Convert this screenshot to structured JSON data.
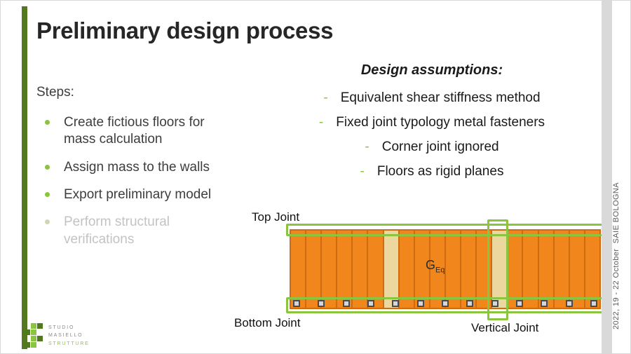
{
  "slide": {
    "title": "Preliminary design process"
  },
  "steps": {
    "heading": "Steps:",
    "items": [
      {
        "label": "Create fictious floors for mass calculation",
        "state": "done"
      },
      {
        "label": "Assign mass to the walls",
        "state": "done"
      },
      {
        "label": "Export preliminary model",
        "state": "done"
      },
      {
        "label": "Perform structural verifications",
        "state": "pending"
      }
    ]
  },
  "assumptions": {
    "heading": "Design assumptions:",
    "bullet": "-",
    "items": [
      {
        "label": "Equivalent shear stiffness method"
      },
      {
        "label": "Fixed joint typology metal fasteners"
      },
      {
        "label": "Corner joint ignored"
      },
      {
        "label": "Floors as rigid planes"
      }
    ]
  },
  "diagram": {
    "top_joint_label": "Top Joint",
    "bottom_joint_label": "Bottom Joint",
    "vertical_joint_label": "Vertical Joint",
    "shear_symbol": "G",
    "shear_subscript": "Eq",
    "panel_count": 20,
    "tan_panel_indices": [
      6,
      13
    ],
    "fastener_count": 13
  },
  "event_sidebar": {
    "dates": "2022, 19 - 22 October",
    "name": "SAIE BOLOGNA"
  },
  "logo": {
    "line1": "STUDIO",
    "line2": "MASIELLO",
    "line3": "STRUTTURE"
  },
  "colors": {
    "accent_green": "#8bc53f",
    "bar_green": "#55791f",
    "orange": "#f0861c",
    "orange_dark": "#cf6c12",
    "tan": "#ecd89e",
    "text_dark": "#262626",
    "inactive_gray": "#c3c3c3",
    "sidebar_gray": "#d9d9d9"
  }
}
